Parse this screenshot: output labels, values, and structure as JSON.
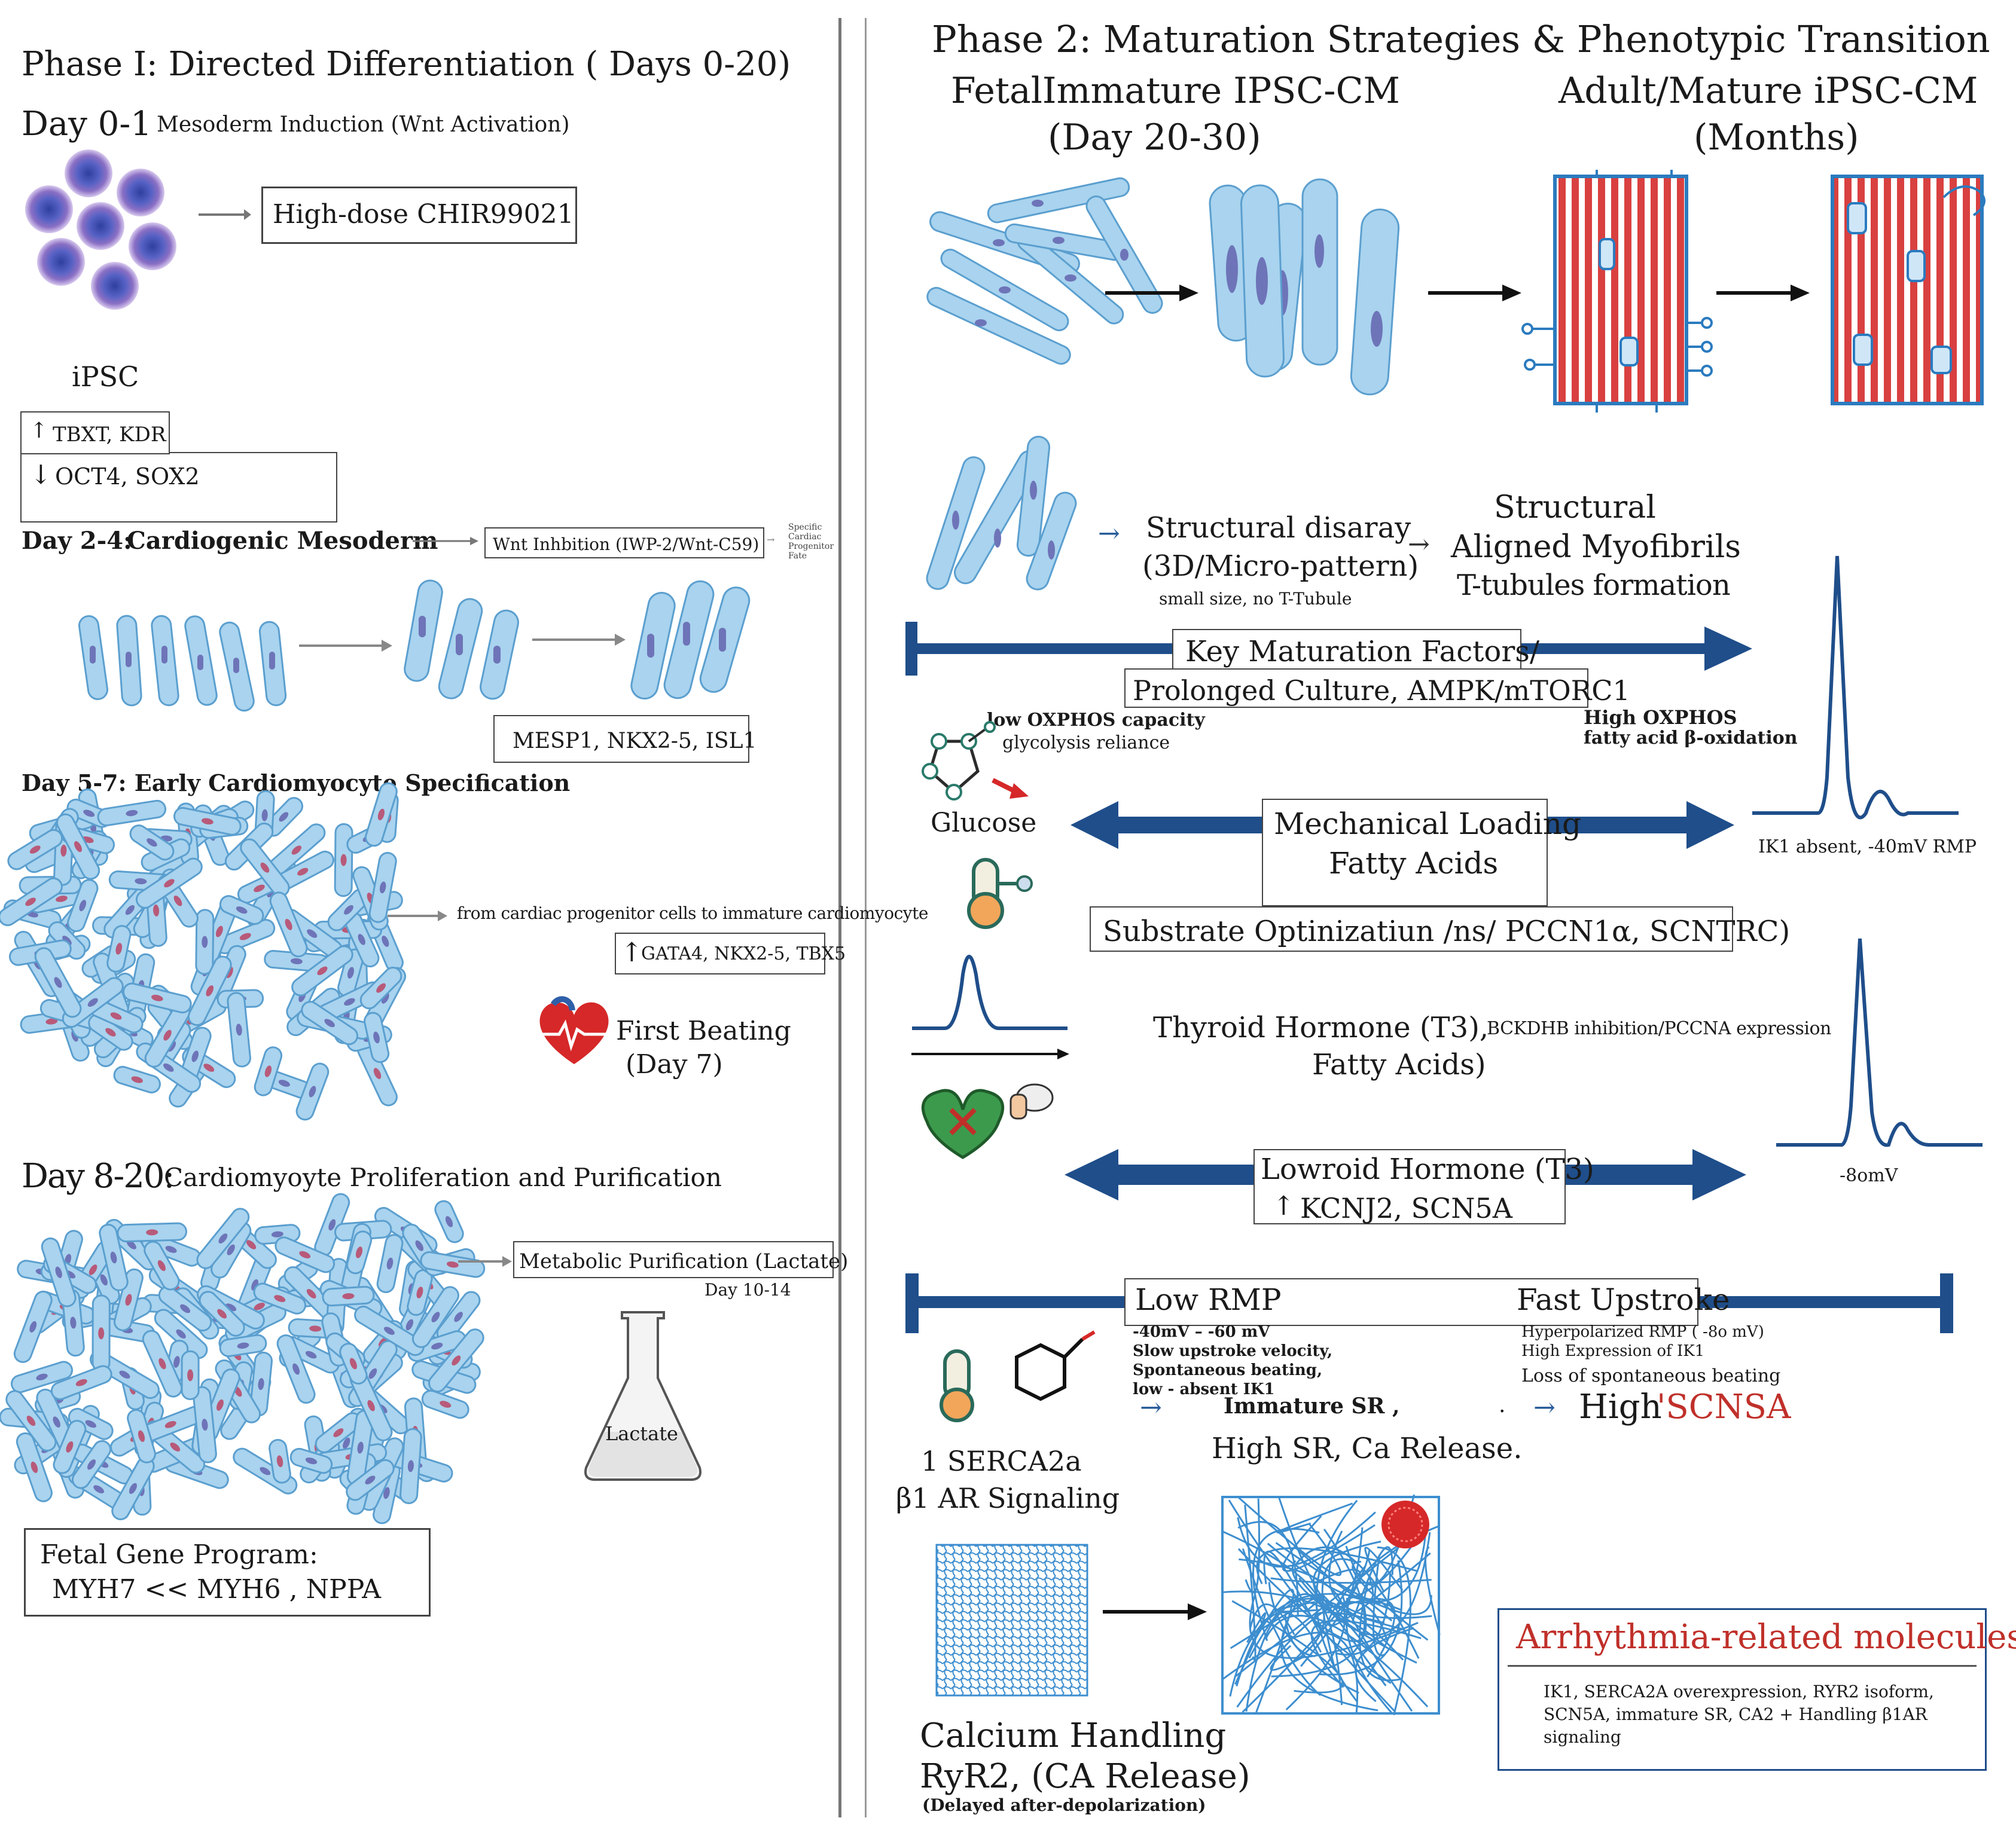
{
  "colors": {
    "cell_fill": "#a9d3ee",
    "cell_stroke": "#5b9fcf",
    "arrow_navy": "#1f4e8a",
    "accent_red": "#c0302a",
    "trace_blue": "#1f4e8a"
  },
  "phase1": {
    "title": "Phase I: Directed Differentiation ( Days 0-20)",
    "day01": {
      "day": "Day 0-1",
      "desc": "Mesoderm Induction (Wnt Activation)",
      "box": "High-dose CHIR99021",
      "cell_label": "iPSC",
      "markers_up": "TBXT, KDR",
      "markers_down": "OCT4, SOX2",
      "up_icon": "up-arrow",
      "down_icon": "down-arrow"
    },
    "day24": {
      "day": "Day 2-4:",
      "desc": "Cardiogenic Mesoderm",
      "box": "Wnt Inhbition (IWP-2/Wnt-C59)",
      "side_note": [
        "Specific",
        "Cardiac",
        "Progenitor",
        "Fate"
      ],
      "markers": "MESP1, NKX2-5, ISL1"
    },
    "day57": {
      "title": "Day 5-7: Early Cardiomyocyte Specification",
      "note": "from cardiac  progenitor cells to immature cardiomyocyte",
      "markers": "GATA4, NKX2-5, TBX5",
      "beating_line1": "First Beating",
      "beating_line2": "(Day 7)"
    },
    "day820": {
      "day": "Day 8-20:",
      "desc": "Cardiomyoyte Proliferation and Purification",
      "box": "Metabolic Purification (Lactate)",
      "box_sub": "Day 10-14",
      "flask_label": "Lactate",
      "fetal_line1": "Fetal Gene Program:",
      "fetal_line2": "MYH7 << MYH6 , NPPA"
    }
  },
  "phase2": {
    "title": "Phase 2: Maturation Strategies & Phenotypic Transition",
    "fetal_heading_1": "FetalImmature IPSC-CM",
    "fetal_heading_2": "(Day 20-30)",
    "adult_heading_1": "Adult/Mature iPSC-CM",
    "adult_heading_2": "(Months)",
    "structural": {
      "left_1": "Structural disaray",
      "left_2": "(3D/Micro-pattern)",
      "left_3": "small size, no T-Tubule",
      "right_1": "Structural",
      "right_2": "Aligned Myofibrils",
      "right_3": "T-tubules formation"
    },
    "key_factors": {
      "line1": "Key Maturation Factors/",
      "line2": "Prolonged Culture, AMPK/mTORC1"
    },
    "metabolism": {
      "low_1": "low OXPHOS capacity",
      "low_2": "glycolysis reliance",
      "high_1": "High OXPHOS",
      "high_2": "fatty acid β-oxidation",
      "glucose": "Glucose",
      "ap_label": "IK1 absent, -40mV RMP"
    },
    "mech": {
      "line1": "Mechanical Loading",
      "line2": "Fatty Acids",
      "substrate": "Substrate Optinizatiun /ns/ PCCN1α, SCNTRC)"
    },
    "thyroid": {
      "line1": "Thyroid Hormone (T3),",
      "line1_small": "BCKDHB inhibition/PCCNA expression",
      "line2": "Fatty Acids)",
      "ap_label": "-8omV"
    },
    "lowroid": {
      "line1": "Lowroid Hormone (T3)",
      "line2": "KCNJ2, SCN5A"
    },
    "electro": {
      "low_rmp": "Low RMP",
      "fast_upstroke": "Fast Upstroke",
      "left_notes": [
        "-40mV – -60 mV",
        "Slow upstroke velocity,",
        "Spontaneous beating,",
        "low - absent IK1"
      ],
      "right_notes": [
        "Hyperpolarized RMP ( -8o mV)",
        "High Expression of IK1",
        "Loss of spontaneous beating"
      ],
      "immature_sr": "Immature SR ,",
      "high_scn5a_prefix": "High",
      "high_scn5a": "'SCNSA",
      "high_sr": "High SR,  Ca Release."
    },
    "calcium": {
      "serca": "1 SERCA2a",
      "beta": "β1 AR Signaling",
      "title": "Calcium Handling",
      "ryr2": "RyR2, (CA Release)",
      "delayed": "(Delayed after-depolarization)"
    },
    "arrhythmia": {
      "title": "Arrhythmia-related molecules",
      "body": [
        "IK1, SERCA2A overexpression, RYR2 isoform,",
        "SCN5A, immature SR, CA2 + Handling β1AR",
        "signaling"
      ]
    }
  }
}
